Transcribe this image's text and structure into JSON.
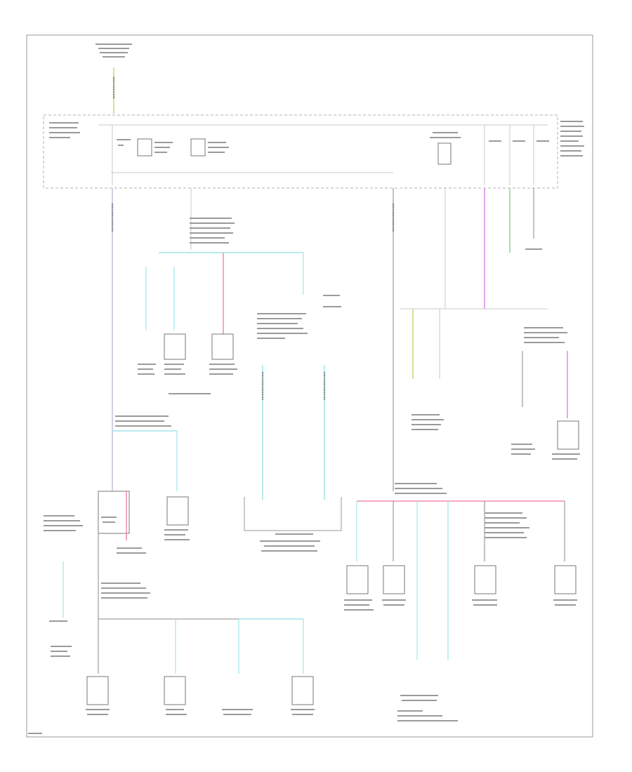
{
  "diagram": {
    "page_code": "",
    "colors": {
      "wire_black": "#8a8a8a",
      "wire_cyan": "#9fe6ea",
      "wire_pink": "#f08ab0",
      "wire_magenta": "#d98ce8",
      "wire_yellow_green": "#c9d86a",
      "wire_green": "#8fd78f"
    },
    "components": [
      "top-source-label",
      "central-junction-box",
      "battery-junction-fuse",
      "relay-block",
      "dome-lamp",
      "courtesy-lamp",
      "electronic-module",
      "power-mirror-switch",
      "door-lock-actuator",
      "window-motor",
      "inertia-switch",
      "trunk-release",
      "speed-control-module",
      "generic-electronic-module",
      "auxiliary-fan-motor",
      "radio",
      "electronic-flasher",
      "blower-motor",
      "electric-heated-seat",
      "cigar-lighter",
      "instrument-cluster"
    ]
  }
}
